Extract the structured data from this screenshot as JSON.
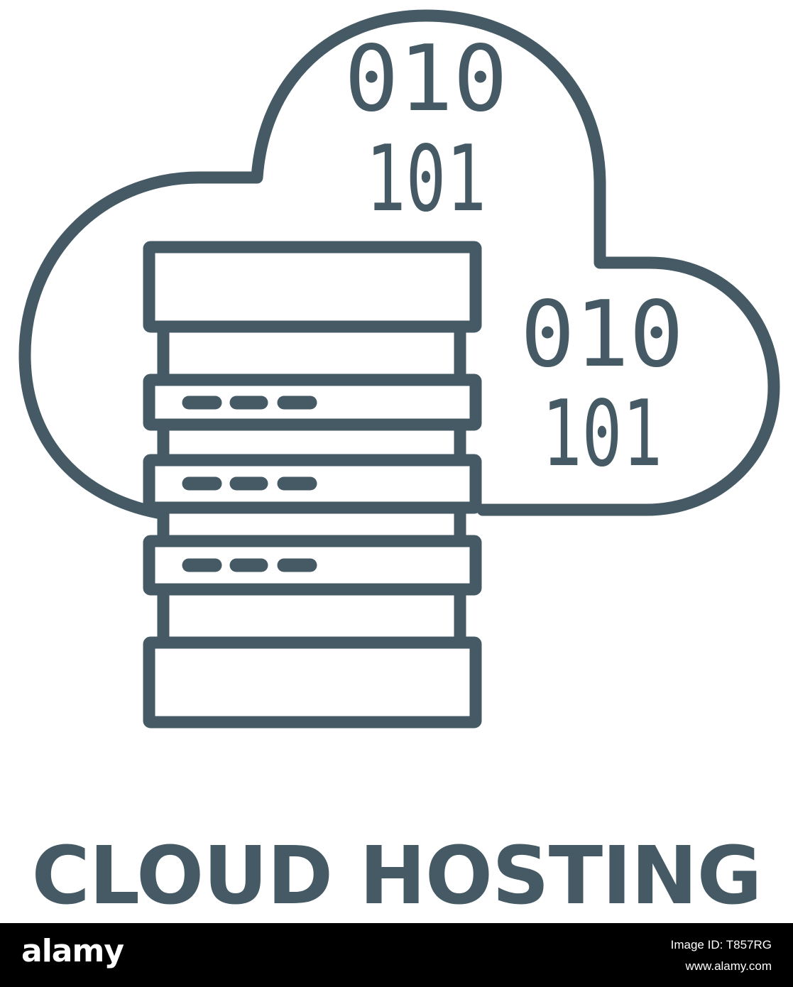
{
  "caption": "CLOUD HOSTING",
  "binary_upper": {
    "top": "010",
    "bottom": "101"
  },
  "binary_right": {
    "top": "010",
    "bottom": "101"
  },
  "watermark": {
    "logo": "alamy",
    "image_id": "Image ID: T857RG",
    "site": "www.alamy.com"
  },
  "colors": {
    "ink": "#455a64",
    "background": "#ffffff",
    "watermark_bar": "#000000",
    "watermark_text": "#ffffff"
  },
  "icons": [
    "cloud-outline-icon",
    "server-rack-icon",
    "binary-code-icon"
  ]
}
